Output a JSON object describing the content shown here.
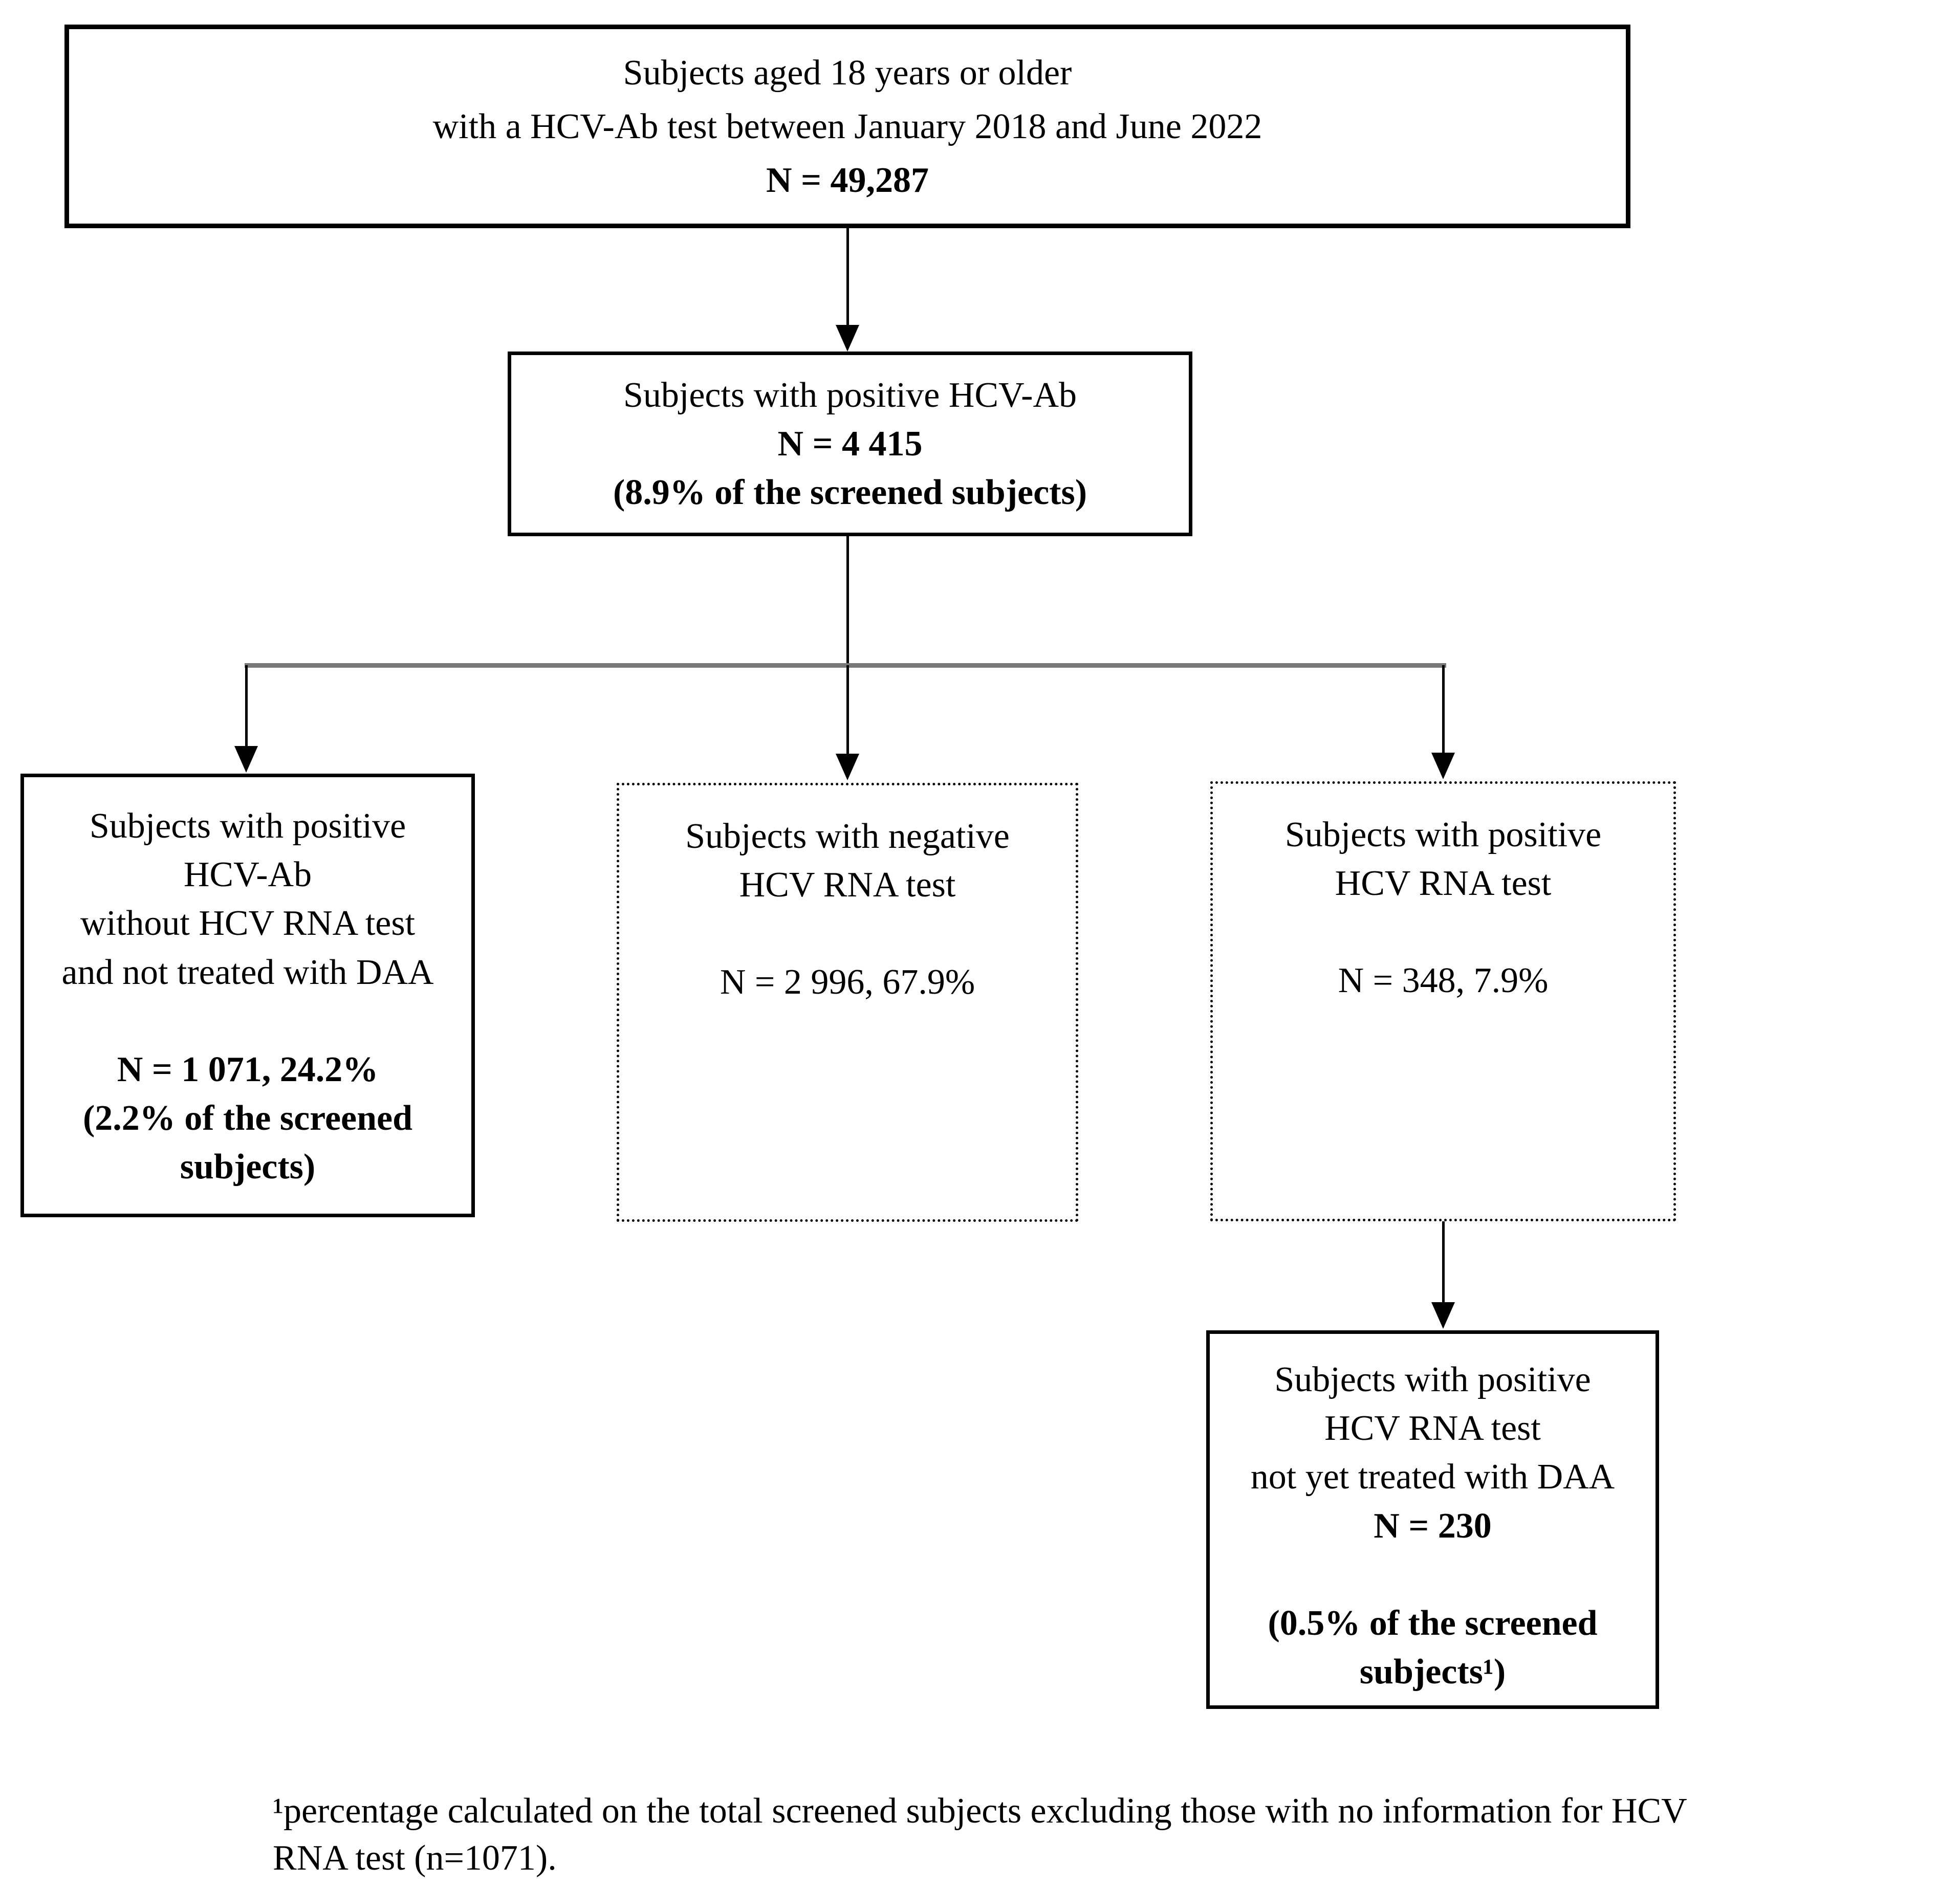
{
  "figure": {
    "boxes": {
      "screened": {
        "title_line1": "Subjects aged 18 years or older",
        "title_line2": "with a HCV-Ab test between January 2018 and June 2022",
        "n_value": "N = 49,287"
      },
      "positive_hcv_ab": {
        "title_line1": "Subjects with positive HCV-Ab",
        "n_value": "N = 4 415",
        "pct_value": "(8.9% of the screened subjects)"
      },
      "positive_ab_no_rna": {
        "title_line1": "Subjects with positive",
        "title_line2": "HCV-Ab",
        "title_line3": "without HCV RNA test",
        "title_line4": "and not treated with DAA",
        "n_value": "N = 1 071, 24.2%",
        "pct_line1": "(2.2% of the screened",
        "pct_line2": "subjects)"
      },
      "negative_rna": {
        "title_line1": "Subjects with negative",
        "title_line2": "HCV RNA test",
        "n_value": "N = 2 996, 67.9%"
      },
      "positive_rna": {
        "title_line1": "Subjects with positive",
        "title_line2": "HCV RNA test",
        "n_value": "N = 348, 7.9%"
      },
      "not_yet_treated": {
        "title_line1": "Subjects with positive",
        "title_line2": "HCV RNA test",
        "title_line3": "not yet treated with DAA",
        "n_value": "N = 230",
        "pct_line1": "(0.5% of the screened",
        "pct_line2": "subjects¹)"
      }
    },
    "footnote": {
      "line1": "¹percentage calculated on the total screened subjects excluding those with no information for HCV",
      "line2": "RNA test (n=1071)."
    },
    "colors": {
      "text": "#000000",
      "box_border": "#000000",
      "branch_line": "#787878",
      "background": "#ffffff"
    }
  }
}
